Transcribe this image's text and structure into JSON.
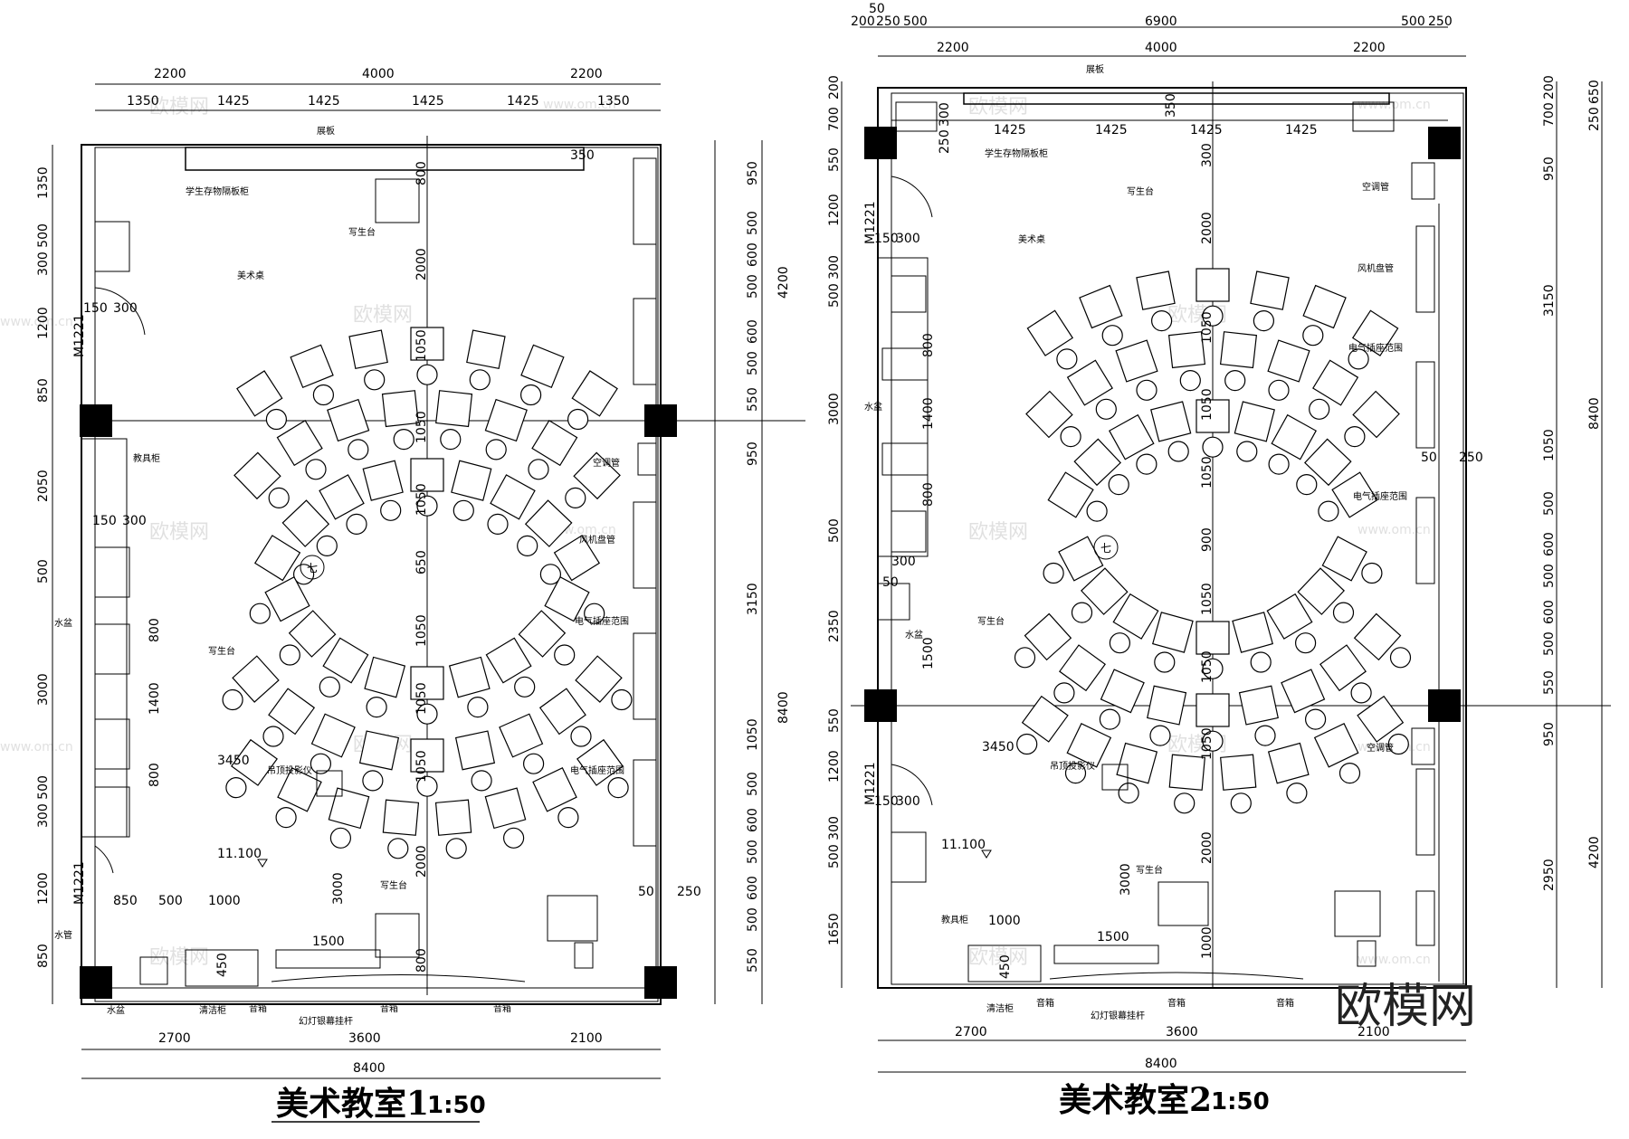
{
  "drawings": [
    {
      "title": "美术教室1",
      "scale": "1:50",
      "top_dims_row1": [
        "2200",
        "4000",
        "2200"
      ],
      "top_dims_row2": [
        "1350",
        "1425",
        "1425",
        "1425",
        "1425",
        "1350"
      ],
      "left_dims": [
        "1350",
        "300 500",
        "150",
        "300",
        "1200",
        "M1221",
        "850",
        "2050",
        "150",
        "300",
        "500",
        "3000",
        "300 500",
        "1200",
        "M1221",
        "850"
      ],
      "right_dims": [
        "950",
        "500",
        "600",
        "500",
        "600",
        "500",
        "550",
        "4200",
        "950",
        "3150",
        "1050",
        "500",
        "600",
        "500",
        "600",
        "500",
        "550",
        "8400",
        "50",
        "250"
      ],
      "center_dims": [
        "800",
        "2000",
        "1050",
        "1050",
        "1050",
        "650",
        "1050",
        "1050",
        "1050",
        "2000",
        "3000",
        "800"
      ],
      "bottom_dims": [
        "2700",
        "3600",
        "2100"
      ],
      "bottom_total": "8400",
      "misc_dims": [
        "350",
        "3450",
        "1400",
        "800",
        "800",
        "850",
        "500",
        "1000",
        "1500",
        "450"
      ],
      "labels": {
        "shelf": "展板",
        "student_cabinet": "学生存物隔板柜",
        "sketch_table": "写生台",
        "art_table": "美术桌",
        "ac_pipe": "空调管",
        "fan_coil": "风机盘管",
        "socket_range": "电气插座范围",
        "teacher_cabinet": "教具柜",
        "sink": "水盆",
        "water_pipe": "水管",
        "projector": "吊顶投影仪",
        "speaker": "音箱",
        "screen_rod": "幻灯银幕挂杆",
        "cleaning_cabinet": "清洁柜",
        "elevation": "11.100",
        "room_no": "七"
      }
    },
    {
      "title": "美术教室2",
      "scale": "1:50",
      "top_dims_row0": [
        "50",
        "200",
        "250",
        "500",
        "6900",
        "500",
        "250"
      ],
      "top_dims_row1": [
        "2200",
        "4000",
        "2200"
      ],
      "top_dims_row2": [
        "1425",
        "1425",
        "1425",
        "1425"
      ],
      "left_dims": [
        "200",
        "700",
        "550",
        "1200",
        "M1221",
        "150",
        "300",
        "500 300",
        "3000",
        "500",
        "300",
        "50",
        "2350",
        "550",
        "1200",
        "M1221",
        "150",
        "300",
        "500 300",
        "1650"
      ],
      "right_dims": [
        "200",
        "700",
        "650",
        "250",
        "950",
        "3150",
        "1050",
        "500",
        "600",
        "500",
        "600",
        "500",
        "550",
        "950",
        "8400",
        "2950",
        "4200",
        "50",
        "250"
      ],
      "center_dims": [
        "300",
        "2000",
        "1050",
        "1050",
        "1050",
        "900",
        "1050",
        "1050",
        "1050",
        "2000",
        "3000",
        "1000"
      ],
      "bottom_dims": [
        "2700",
        "3600",
        "2100"
      ],
      "bottom_total": "8400",
      "misc_dims": [
        "350",
        "300",
        "250",
        "800",
        "1400",
        "800",
        "1500",
        "3450",
        "1000",
        "450",
        "1500"
      ],
      "labels": {
        "shelf": "展板",
        "student_cabinet": "学生存物隔板柜",
        "sketch_table": "写生台",
        "art_table": "美术桌",
        "ac_pipe": "空调管",
        "fan_coil": "风机盘管",
        "socket_range": "电气插座范围",
        "teacher_cabinet": "教具柜",
        "sink": "水盆",
        "projector": "吊顶投影仪",
        "speaker": "音箱",
        "screen_rod": "幻灯银幕挂杆",
        "cleaning_cabinet": "清洁柜",
        "elevation": "11.100",
        "room_no": "七"
      }
    }
  ],
  "watermarks": [
    "欧模网",
    "www.om.cn"
  ],
  "logo": "欧模网"
}
